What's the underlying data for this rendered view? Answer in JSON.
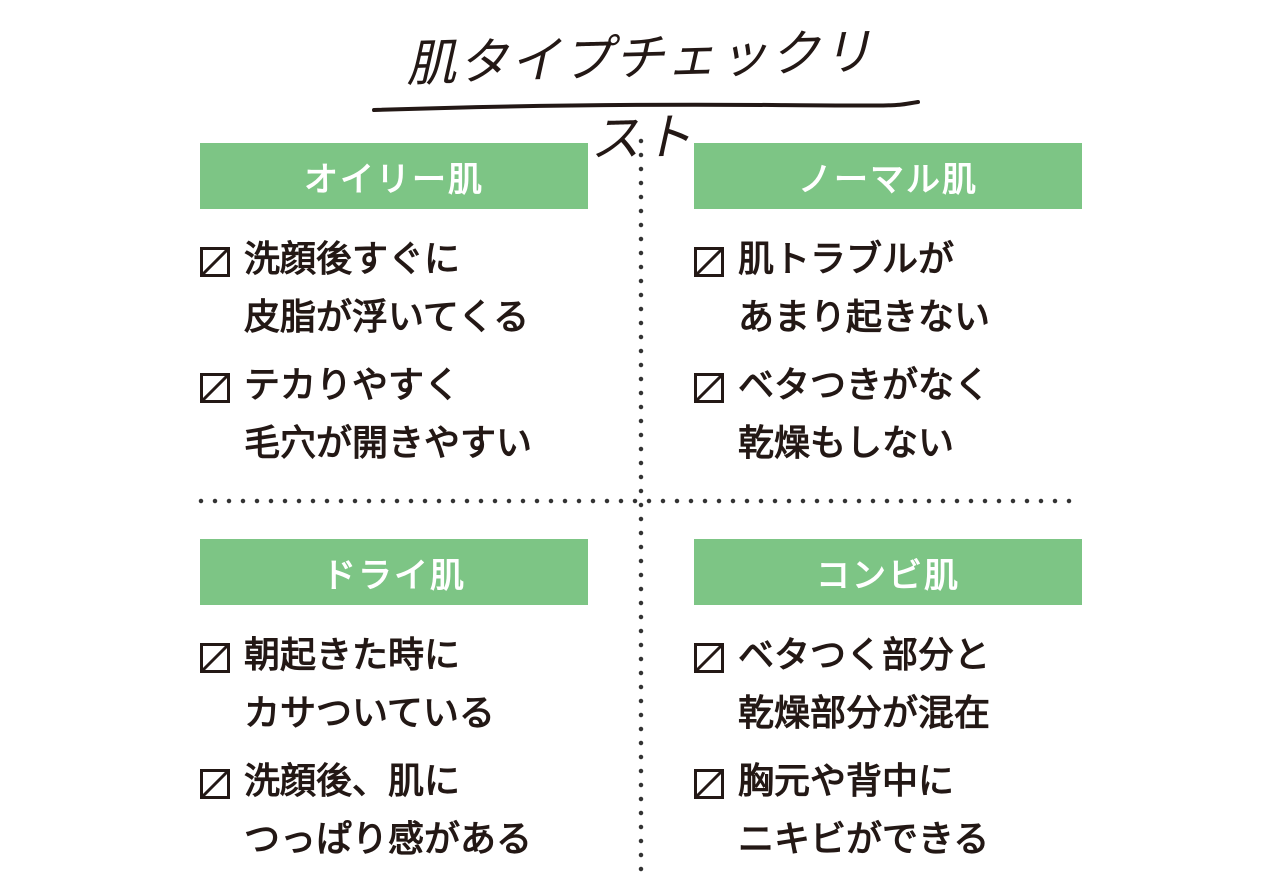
{
  "title": "肌タイプチェックリスト",
  "colors": {
    "header_bg": "#7dc585",
    "text": "#231815",
    "divider": "#333333"
  },
  "panels": [
    {
      "header": "オイリー肌",
      "items": [
        {
          "line1": "洗顔後すぐに",
          "line2": "皮脂が浮いてくる"
        },
        {
          "line1": "テカりやすく",
          "line2": "毛穴が開きやすい"
        }
      ]
    },
    {
      "header": "ノーマル肌",
      "items": [
        {
          "line1": "肌トラブルが",
          "line2": "あまり起きない"
        },
        {
          "line1": "ベタつきがなく",
          "line2": "乾燥もしない"
        }
      ]
    },
    {
      "header": "ドライ肌",
      "items": [
        {
          "line1": "朝起きた時に",
          "line2": "カサついている"
        },
        {
          "line1": "洗顔後、肌に",
          "line2": "つっぱり感がある"
        }
      ]
    },
    {
      "header": "コンビ肌",
      "items": [
        {
          "line1": "ベタつく部分と",
          "line2": "乾燥部分が混在"
        },
        {
          "line1": "胸元や背中に",
          "line2": "ニキビができる"
        }
      ]
    }
  ]
}
